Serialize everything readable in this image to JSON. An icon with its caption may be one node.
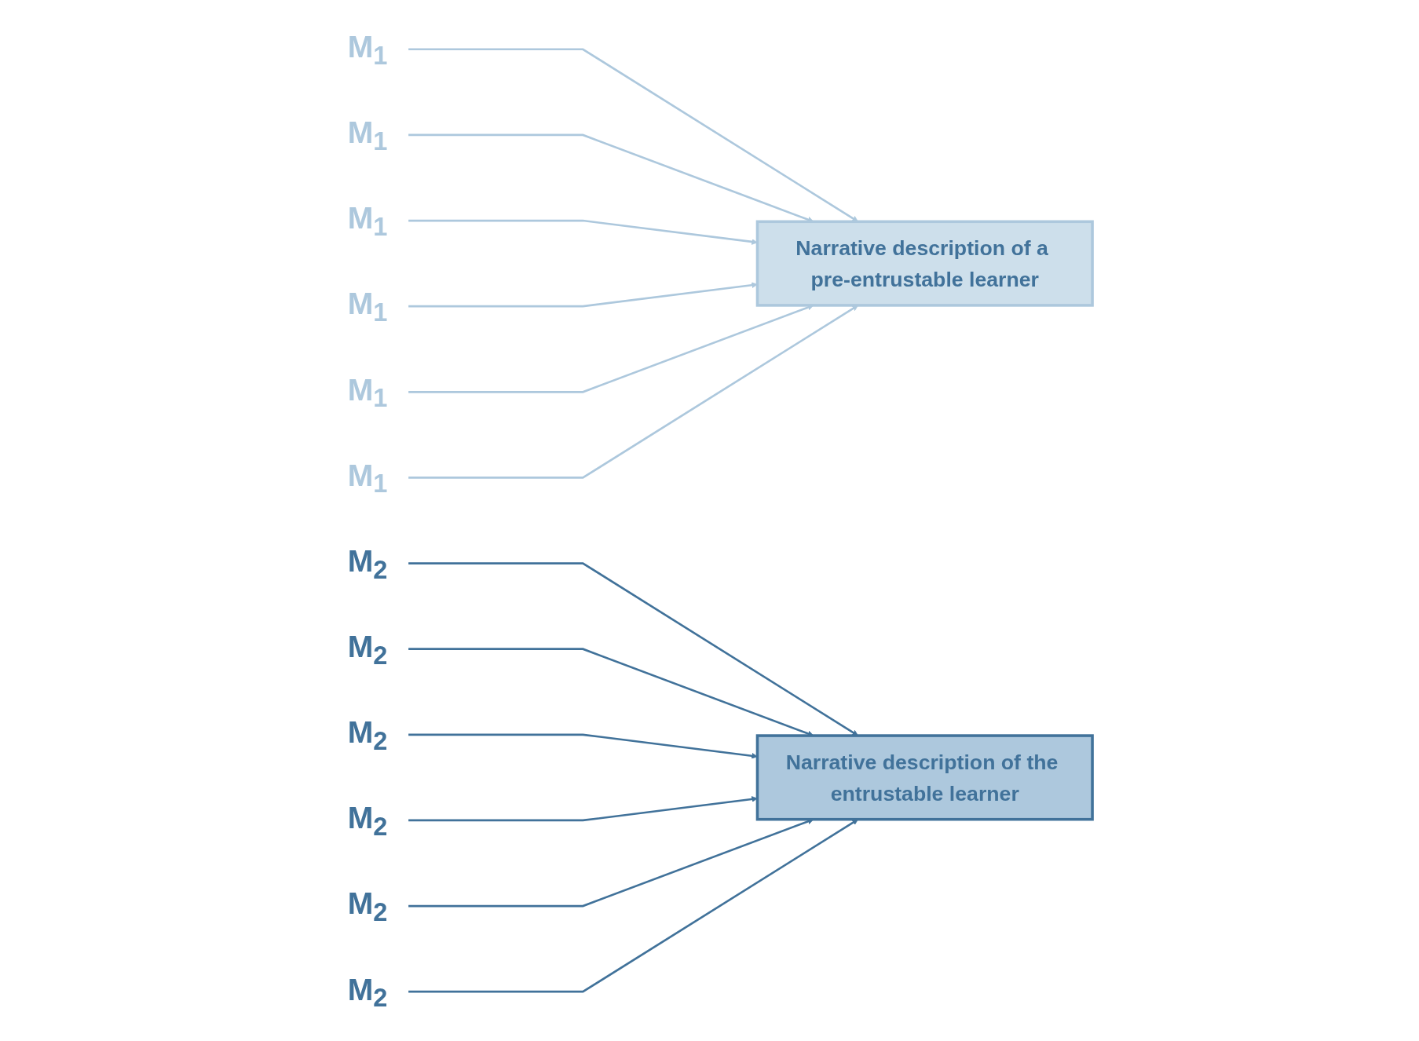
{
  "diagram": {
    "nodes": [
      {
        "text": [
          "M$_{1}$"
        ]
      },
      {
        "text": [
          "M$_{2}$"
        ]
      },
      {
        "text": [
          "M$_{1}$"
        ]
      },
      {
        "text": [
          "M$_{2}$"
        ]
      },
      {
        "text": [
          "M$_{1}$"
        ]
      },
      {
        "text": [
          "M$_{2}$"
        ]
      },
      {
        "text": [
          "M$_{1}$"
        ]
      },
      {
        "text": [
          "M$_{2}$"
        ]
      },
      {
        "text": [
          "M$_{1}$"
        ]
      },
      {
        "text": [
          "M$_{2}$"
        ]
      },
      {
        "text": [
          "M$_{1}$"
        ]
      },
      {
        "text": [
          "M$_{2}$"
        ]
      },
      {
        "text": [
          "Narrative description of a pre-entrustable learner"
        ]
      },
      {
        "text": [
          "Narrative description of the entrustable learner"
        ]
      }
    ],
    "edges": [
      {
        "from": 0,
        "to": 12,
        "arrow": "to",
        "color": "#adc8dd"
      },
      {
        "from": 1,
        "to": 13,
        "arrow": "to",
        "color": "#41729a"
      },
      {
        "from": 2,
        "to": 12,
        "arrow": "to",
        "color": "#adc8dd"
      },
      {
        "from": 3,
        "to": 13,
        "arrow": "to",
        "color": "#41729a"
      },
      {
        "from": 4,
        "to": 12,
        "arrow": "to",
        "color": "#adc8dd"
      },
      {
        "from": 5,
        "to": 13,
        "arrow": "to",
        "color": "#41729a"
      },
      {
        "from": 6,
        "to": 12,
        "arrow": "to",
        "color": "#adc8dd"
      },
      {
        "from": 7,
        "to": 13,
        "arrow": "to",
        "color": "#41729a"
      },
      {
        "from": 8,
        "to": 12,
        "arrow": "to",
        "color": "#adc8dd"
      },
      {
        "from": 9,
        "to": 13,
        "arrow": "to",
        "color": "#41729a"
      },
      {
        "from": 10,
        "to": 12,
        "arrow": "to",
        "color": "#adc8dd"
      },
      {
        "from": 11,
        "to": 13,
        "arrow": "to",
        "color": "#41729a"
      }
    ]
  }
}
